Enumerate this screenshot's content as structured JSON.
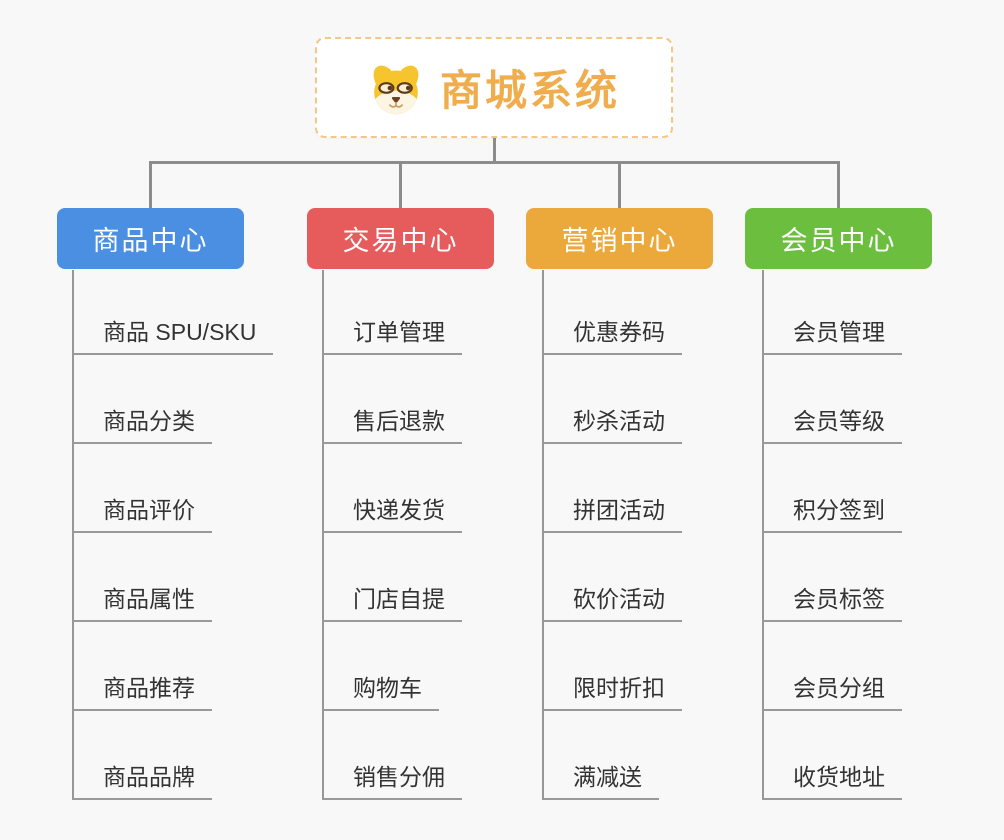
{
  "root": {
    "title": "商城系统",
    "icon": "dog-face-icon",
    "title_color": "#f0ad4e",
    "border_color": "#f3c887"
  },
  "canvas": {
    "background_color": "#f8f8f8",
    "connector_color": "#8c8c8c",
    "item_line_color": "#999999",
    "item_text_color": "#333333"
  },
  "branches": [
    {
      "label": "商品中心",
      "color": "#4a8fe2",
      "items": [
        "商品 SPU/SKU",
        "商品分类",
        "商品评价",
        "商品属性",
        "商品推荐",
        "商品品牌"
      ]
    },
    {
      "label": "交易中心",
      "color": "#e65c5c",
      "items": [
        "订单管理",
        "售后退款",
        "快递发货",
        "门店自提",
        "购物车",
        "销售分佣"
      ]
    },
    {
      "label": "营销中心",
      "color": "#eba93c",
      "items": [
        "优惠券码",
        "秒杀活动",
        "拼团活动",
        "砍价活动",
        "限时折扣",
        "满减送"
      ]
    },
    {
      "label": "会员中心",
      "color": "#6cbe3f",
      "items": [
        "会员管理",
        "会员等级",
        "积分签到",
        "会员标签",
        "会员分组",
        "收货地址"
      ]
    }
  ]
}
